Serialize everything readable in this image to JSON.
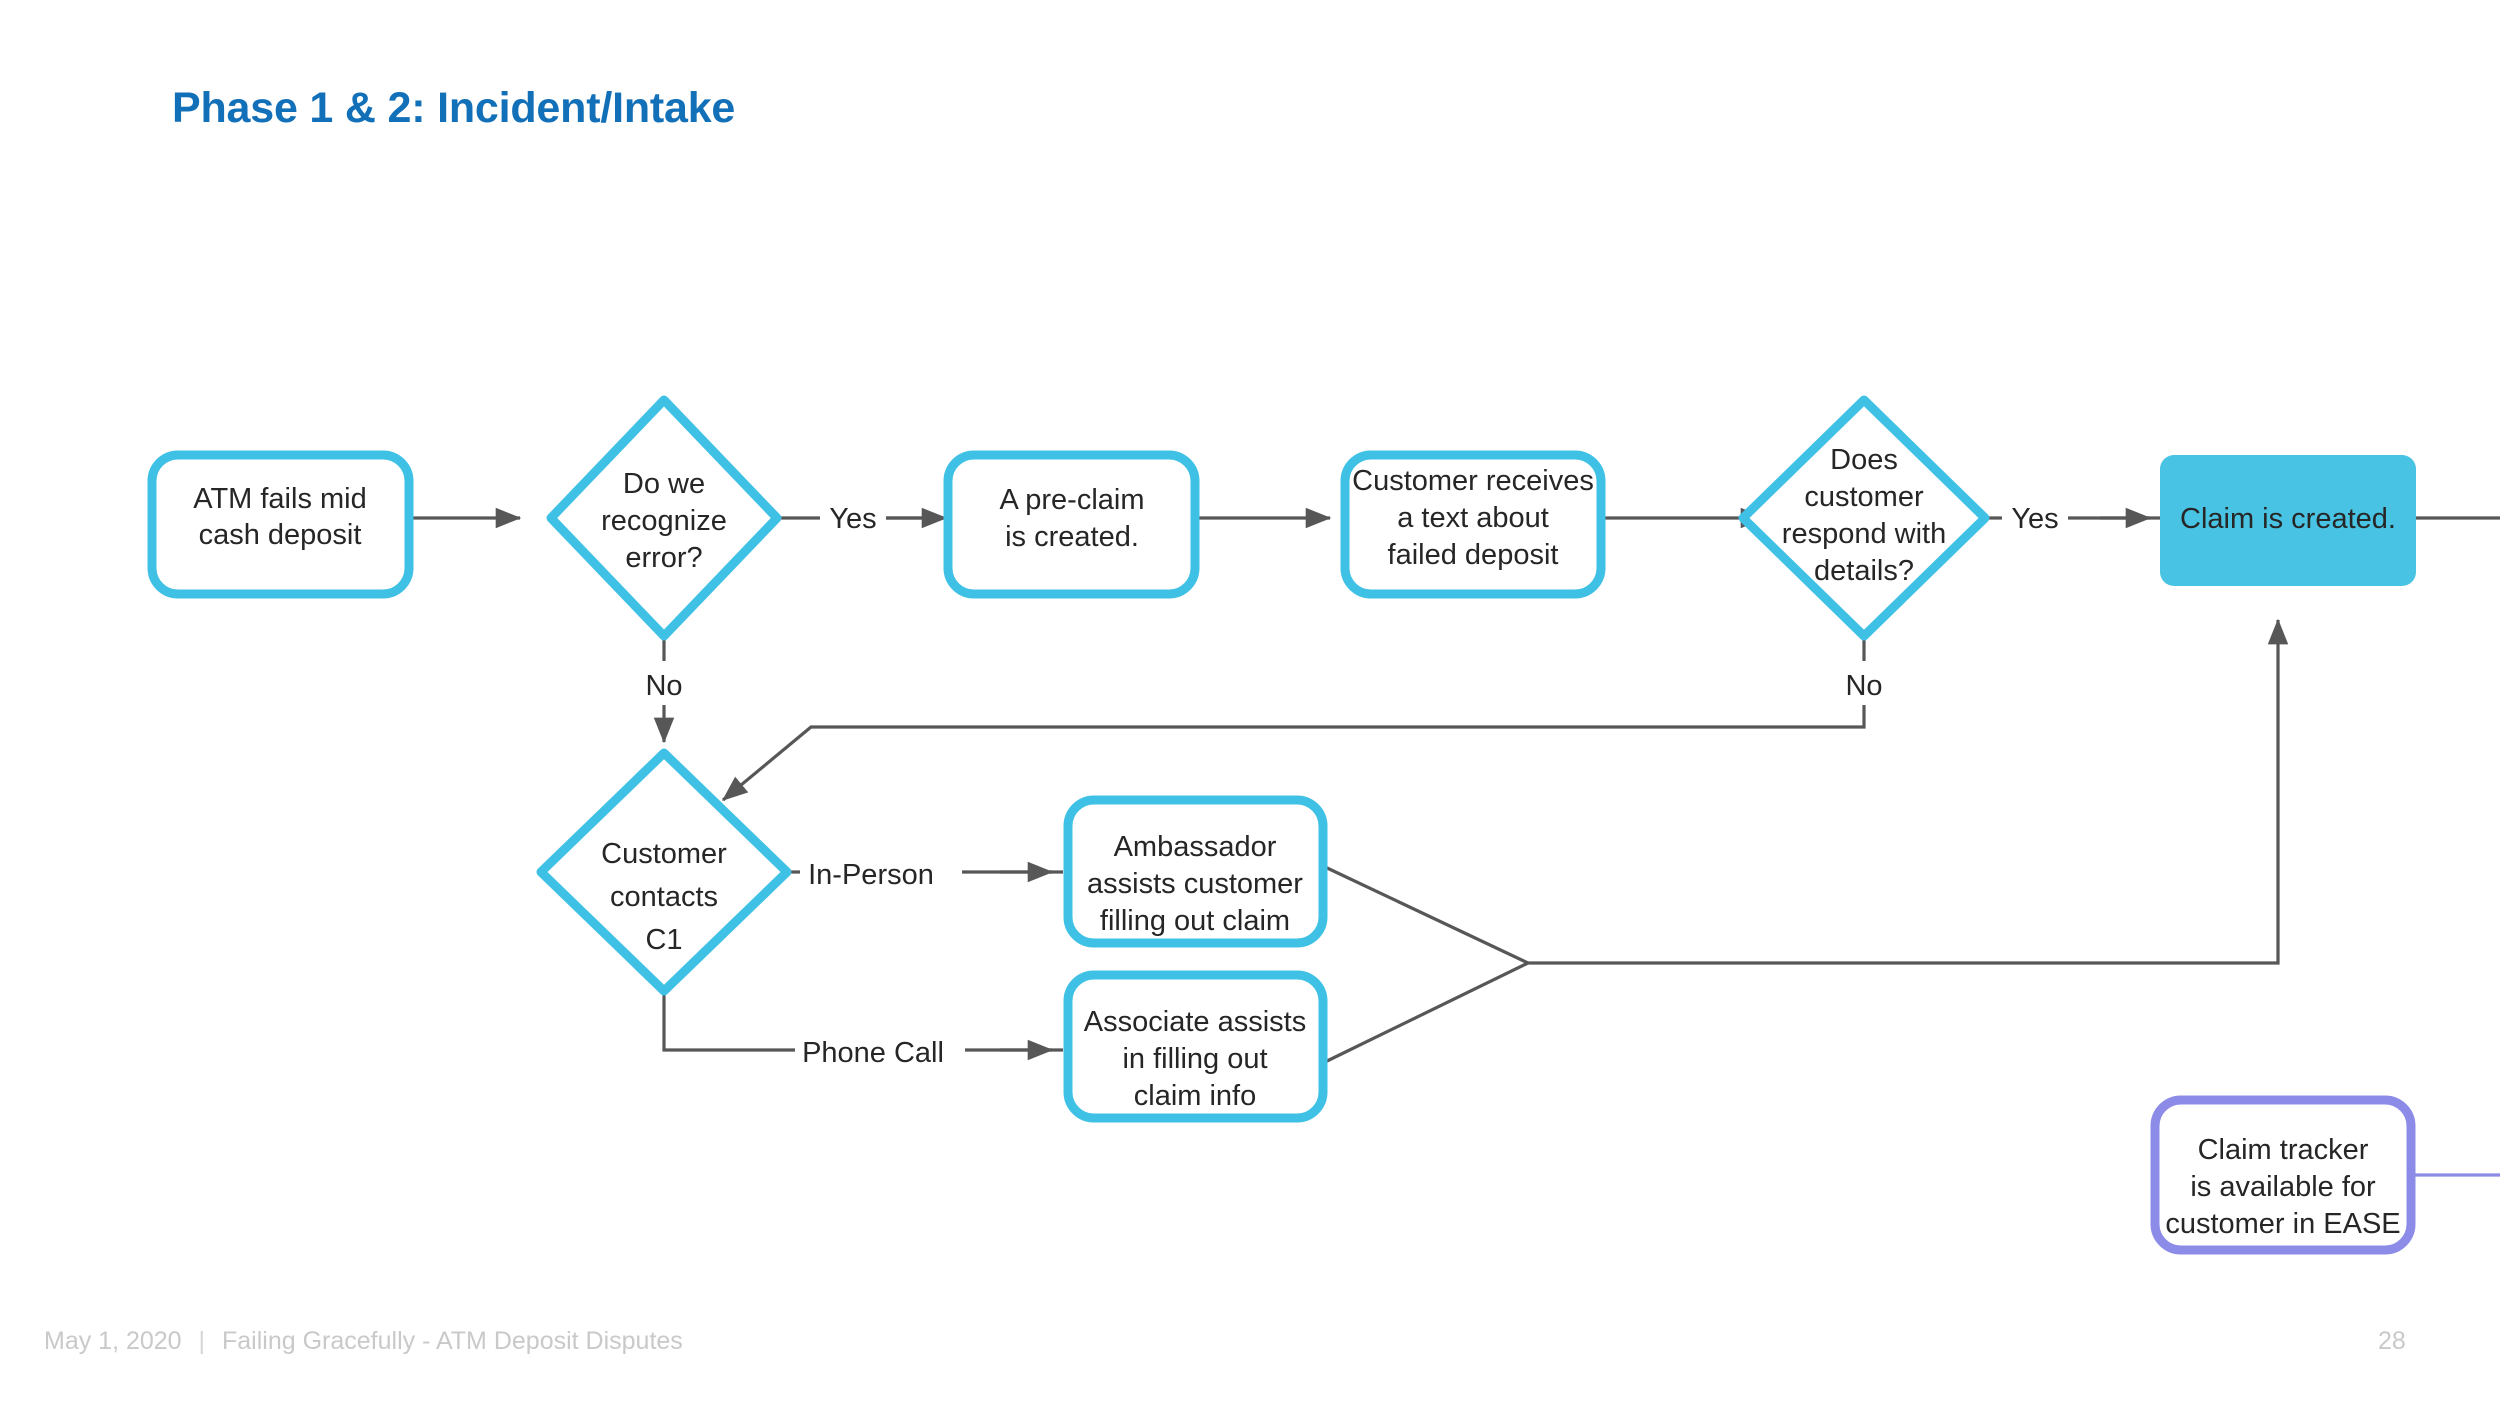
{
  "slide": {
    "title": "Phase 1 & 2: Incident/Intake",
    "page_number": "28",
    "footer_date": "May 1, 2020",
    "footer_separator": "|",
    "footer_deck": "Failing Gracefully - ATM Deposit Disputes"
  },
  "colors": {
    "title_blue": "#1270B8",
    "node_cyan": "#3FC1E5",
    "node_cyan_fill": "#49C3E3",
    "purple": "#8C8CE8",
    "connector_gray": "#575757",
    "text": "#262626",
    "footer_gray": "#c9c9c9",
    "background": "#ffffff"
  },
  "nodes": [
    {
      "id": "atm-fails",
      "shape": "rounded-rect",
      "style": "outline-cyan",
      "lines": [
        "ATM fails mid",
        "cash deposit"
      ]
    },
    {
      "id": "do-we-recognize",
      "shape": "diamond",
      "style": "outline-cyan",
      "lines": [
        "Do we",
        "recognize",
        "error?"
      ]
    },
    {
      "id": "pre-claim-created",
      "shape": "rounded-rect",
      "style": "outline-cyan",
      "lines": [
        "A pre-claim",
        "is created."
      ]
    },
    {
      "id": "customer-receives-text",
      "shape": "rounded-rect",
      "style": "outline-cyan",
      "lines": [
        "Customer receives",
        "a text about",
        "failed deposit"
      ]
    },
    {
      "id": "does-customer-respond",
      "shape": "diamond",
      "style": "outline-cyan",
      "lines": [
        "Does",
        "customer",
        "respond with",
        "details?"
      ]
    },
    {
      "id": "claim-is-created",
      "shape": "rounded-rect",
      "style": "filled-cyan",
      "lines": [
        "Claim is created."
      ]
    },
    {
      "id": "customer-contacts-c1",
      "shape": "diamond",
      "style": "outline-cyan",
      "lines": [
        "Customer",
        "contacts",
        "C1"
      ]
    },
    {
      "id": "ambassador-assists",
      "shape": "rounded-rect",
      "style": "outline-cyan",
      "lines": [
        "Ambassador",
        "assists customer",
        "filling out claim"
      ]
    },
    {
      "id": "associate-assists",
      "shape": "rounded-rect",
      "style": "outline-cyan",
      "lines": [
        "Associate assists",
        "in filling out",
        "claim info"
      ]
    },
    {
      "id": "claim-tracker",
      "shape": "rounded-rect",
      "style": "outline-purple",
      "lines": [
        "Claim tracker",
        "is available for",
        "customer in EASE"
      ]
    }
  ],
  "edge_labels": {
    "recognize_yes": "Yes",
    "recognize_no": "No",
    "respond_yes": "Yes",
    "respond_no": "No",
    "in_person": "In-Person",
    "phone_call": "Phone Call"
  }
}
